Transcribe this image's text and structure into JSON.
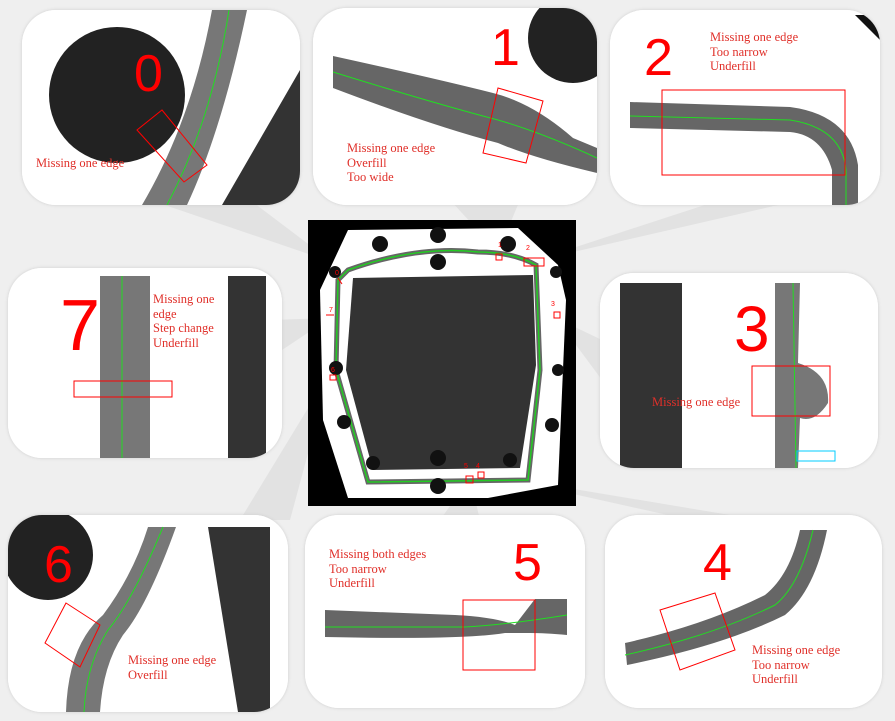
{
  "colors": {
    "defect": "#ff0000",
    "label": "#e0302a",
    "centerline": "#22cc22",
    "part": "#666666"
  },
  "overview_labels": [
    "0",
    "1",
    "2",
    "3",
    "4",
    "5",
    "6",
    "7"
  ],
  "panels": [
    {
      "id": "0",
      "lines": [
        "Missing one edge"
      ]
    },
    {
      "id": "1",
      "lines": [
        "Missing one edge",
        "Overfill",
        "Too wide"
      ]
    },
    {
      "id": "2",
      "lines": [
        "Missing one edge",
        "Too narrow",
        "Underfill"
      ]
    },
    {
      "id": "3",
      "lines": [
        "Missing one edge"
      ]
    },
    {
      "id": "4",
      "lines": [
        "Missing one edge",
        "Too narrow",
        "Underfill"
      ]
    },
    {
      "id": "5",
      "lines": [
        "Missing both edges",
        "Too narrow",
        "Underfill"
      ]
    },
    {
      "id": "6",
      "lines": [
        "Missing one edge",
        "Overfill"
      ]
    },
    {
      "id": "7",
      "lines": [
        "Missing one",
        "edge",
        "Step change",
        "Underfill"
      ]
    }
  ]
}
